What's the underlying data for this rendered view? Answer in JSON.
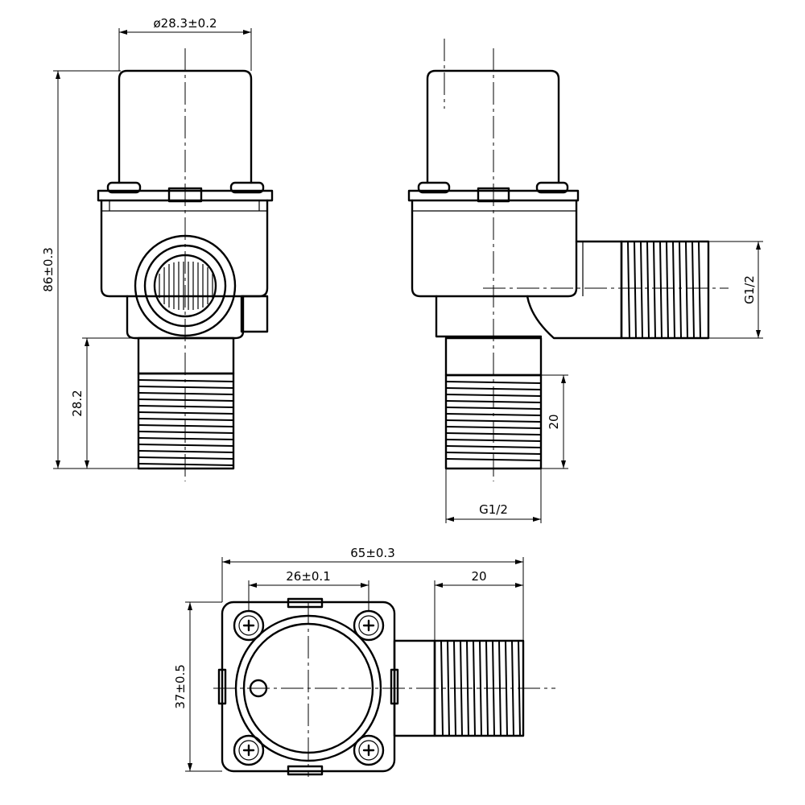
{
  "title": "",
  "colors": {
    "ink": "#000000",
    "paper": "#ffffff"
  },
  "dimensions": {
    "front_diameter": "ø28.3±0.2",
    "overall_height": "86±0.3",
    "front_thread_length": "28.2",
    "side_outlet_thread": "G1/2",
    "side_vertical_thread_length": "20",
    "side_bottom_thread": "G1/2",
    "top_overall_width": "65±0.3",
    "top_hole_spacing": "26±0.1",
    "top_outlet_length": "20",
    "top_body_height": "37±0.5"
  }
}
